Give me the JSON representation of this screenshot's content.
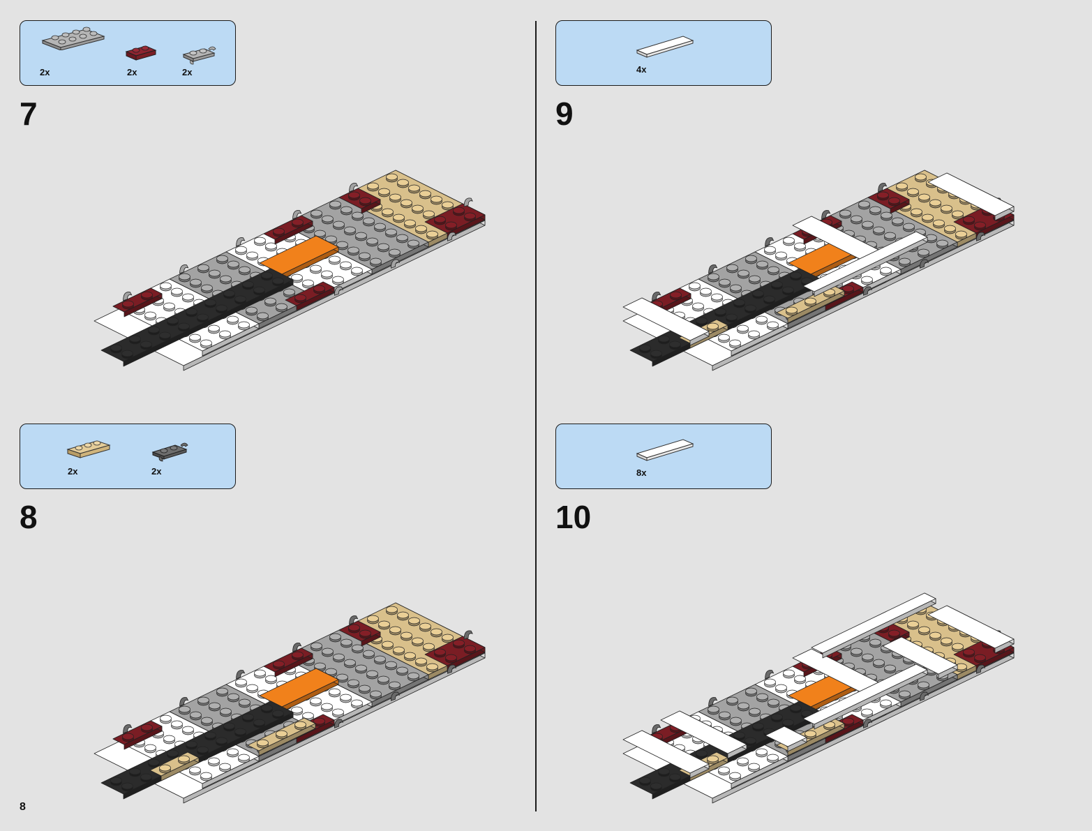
{
  "page": {
    "number": "8"
  },
  "colors": {
    "background": "#e3e3e3",
    "parts_box": "#bcdaf4",
    "light_gray": "#a3a3a3",
    "dark_gray": "#6a6a6a",
    "black": "#2b2b2b",
    "white": "#ffffff",
    "dark_red": "#7a1d24",
    "tan": "#d9c08b",
    "orange": "#f1811b"
  },
  "steps": [
    {
      "number": "7",
      "parts": [
        {
          "icon": "light-gray-plate-2x4-icon",
          "qty": "2x"
        },
        {
          "icon": "dark-red-plate-1x2-icon",
          "qty": "2x"
        },
        {
          "icon": "light-gray-clip-plate-icon",
          "qty": "2x"
        }
      ]
    },
    {
      "number": "8",
      "parts": [
        {
          "icon": "tan-plate-1x3-icon",
          "qty": "2x"
        },
        {
          "icon": "dark-gray-clip-plate-icon",
          "qty": "2x"
        }
      ]
    },
    {
      "number": "9",
      "parts": [
        {
          "icon": "white-tile-1x6-icon",
          "qty": "4x"
        }
      ]
    },
    {
      "number": "10",
      "parts": [
        {
          "icon": "white-tile-1x6-icon",
          "qty": "8x"
        }
      ]
    }
  ]
}
